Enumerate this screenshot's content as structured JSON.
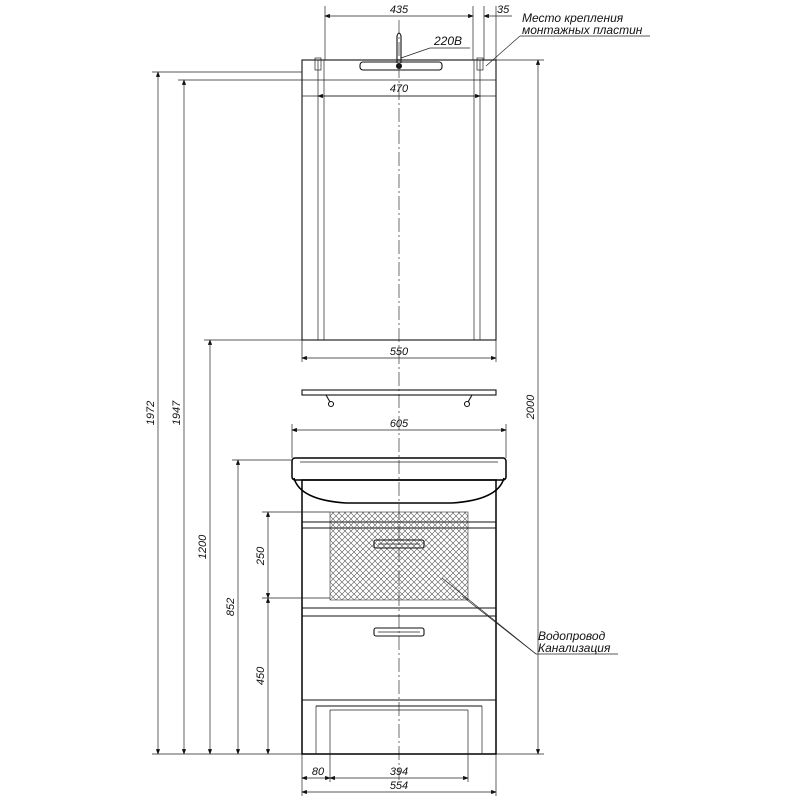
{
  "mirror": {
    "width_top": "435",
    "offset": "35",
    "mount_width": "470",
    "width": "550",
    "socket_label": "220В",
    "mount_note_line1": "Место крепления",
    "mount_note_line2": "монтажных пластин"
  },
  "basin": {
    "width": "605"
  },
  "cabinet": {
    "drawer_top": "250",
    "drawer_bottom": "450",
    "leg_offset": "80",
    "inner_width": "394",
    "width": "554"
  },
  "heights": {
    "total_1972": "1972",
    "total_1947": "1947",
    "mirror_bottom": "1200",
    "basin_top": "852",
    "overall": "2000"
  },
  "notes": {
    "water_line1": "Водопровод",
    "water_line2": "Канализация"
  }
}
